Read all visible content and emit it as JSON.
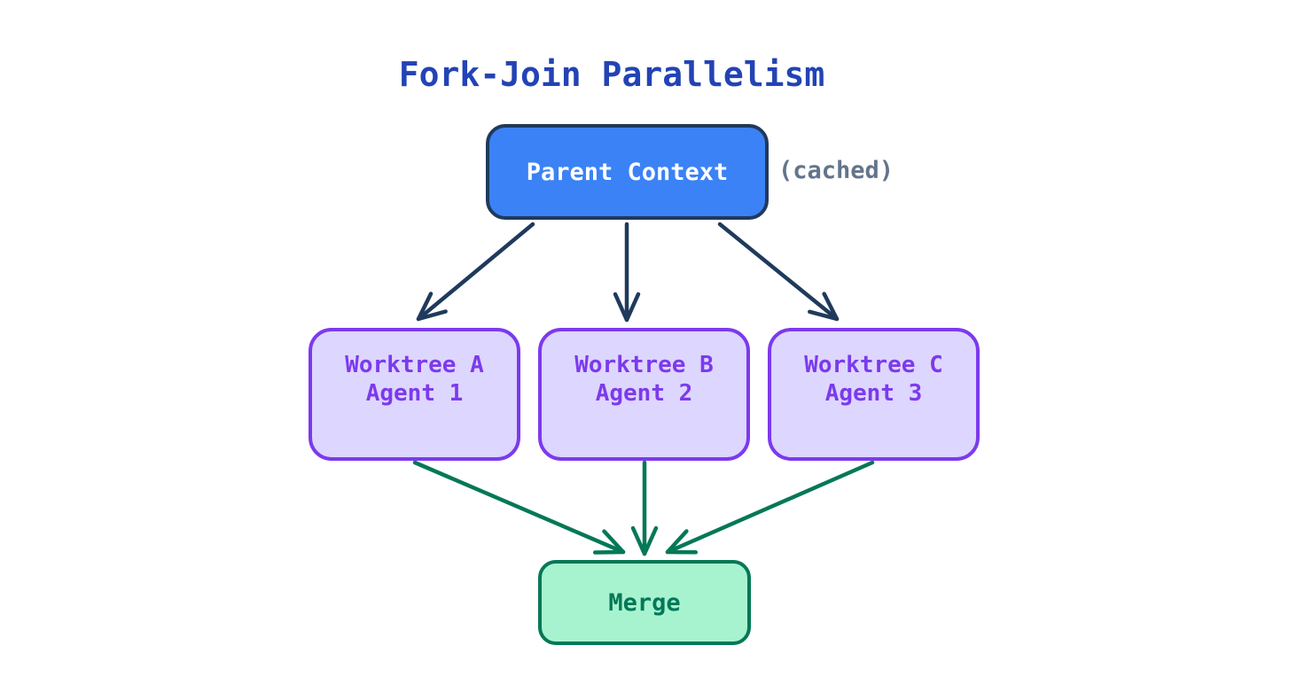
{
  "title": {
    "text": "Fork-Join Parallelism",
    "color": "#2343B5"
  },
  "diagram": {
    "parent": {
      "label": "Parent Context",
      "annotation": "(cached)",
      "fill": "#3B82F6",
      "border": "#1F3A5C",
      "text_color": "#FFFFFF",
      "annotation_color": "#64748B"
    },
    "workers": [
      {
        "line1": "Worktree A",
        "line2": "Agent 1"
      },
      {
        "line1": "Worktree B",
        "line2": "Agent 2"
      },
      {
        "line1": "Worktree C",
        "line2": "Agent 3"
      }
    ],
    "workers_style": {
      "fill": "#DDD6FE",
      "border": "#7C3AED",
      "text_color": "#7C3AED"
    },
    "merge": {
      "label": "Merge",
      "fill": "#A7F3D0",
      "border": "#047857",
      "text_color": "#047857"
    },
    "edges": {
      "fork_color": "#1F3A5C",
      "join_color": "#047857",
      "fork": [
        {
          "from": "parent-context",
          "to": "worktree-a"
        },
        {
          "from": "parent-context",
          "to": "worktree-b"
        },
        {
          "from": "parent-context",
          "to": "worktree-c"
        }
      ],
      "join": [
        {
          "from": "worktree-a",
          "to": "merge"
        },
        {
          "from": "worktree-b",
          "to": "merge"
        },
        {
          "from": "worktree-c",
          "to": "merge"
        }
      ]
    }
  }
}
